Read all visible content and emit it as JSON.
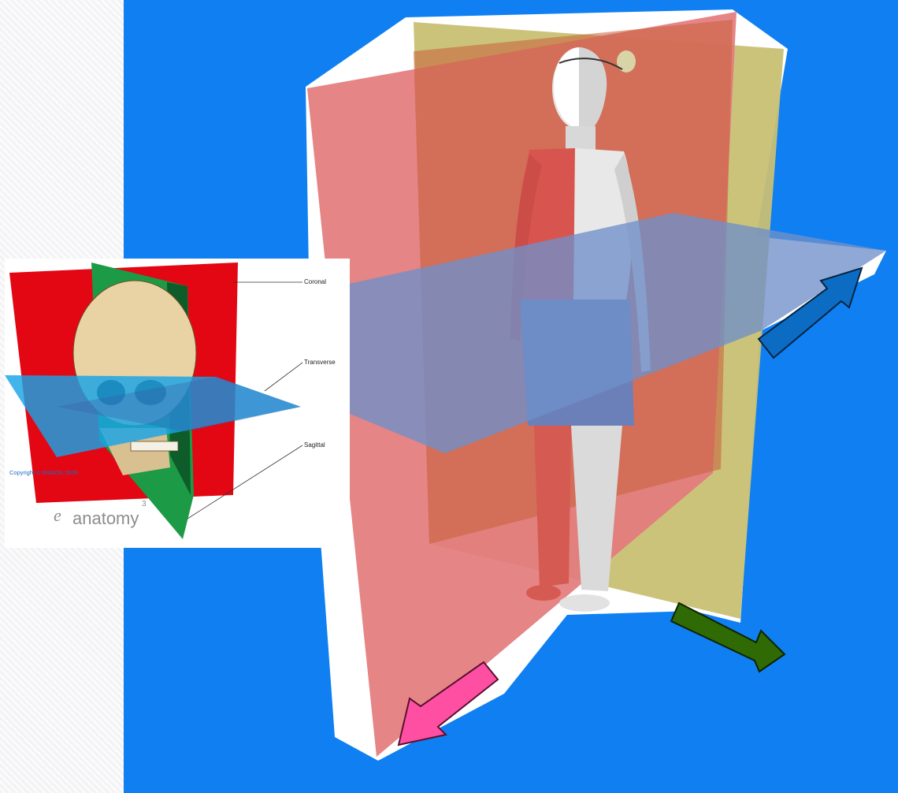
{
  "colors": {
    "background": "#0f7ff2",
    "coronal_plane": "#e37b7c",
    "sagittal_plane": "#c9c074",
    "transverse_plane": "#6f8fc9",
    "arrow_sagittal": "#ff4fa3",
    "arrow_coronal": "#2f6a05",
    "arrow_transverse": "#0c6cc4"
  },
  "inset": {
    "labels": {
      "coronal": "Coronal",
      "transverse": "Transverse",
      "sagittal": "Sagittal"
    },
    "copyright": "Copyright © IMAIOS 2009",
    "logo_text": "anatomy",
    "logo_superscript": "3"
  },
  "icons": [
    "arrow-icon",
    "anatomy-logo-icon"
  ]
}
